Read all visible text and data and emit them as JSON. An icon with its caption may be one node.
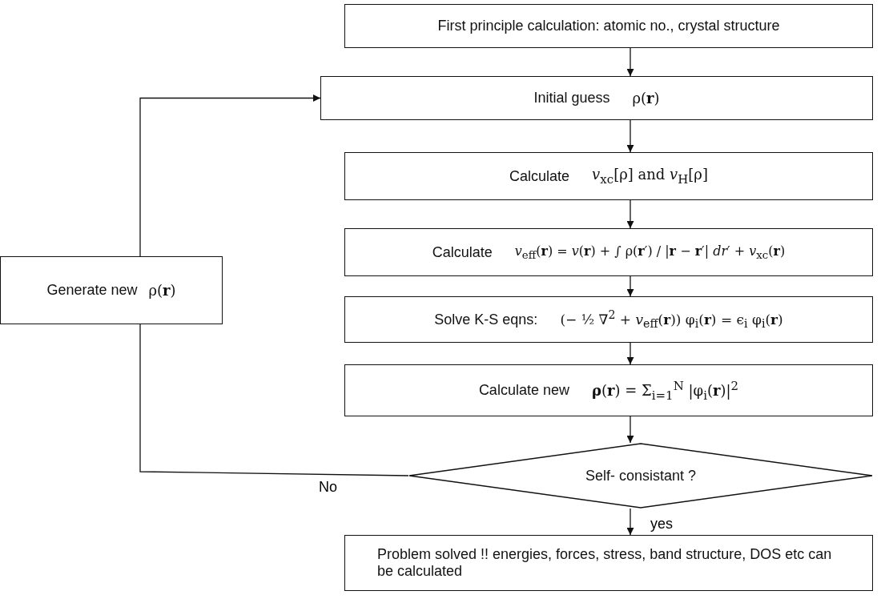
{
  "diagram": {
    "nodes": [
      {
        "text": [
          "First principle calculation: atomic no., crystal structure"
        ]
      },
      {
        "text": [
          "Initial guess",
          "ρ(**r**)"
        ]
      },
      {
        "text": [
          "Calculate",
          "*v*$_{xc}$[ρ] and *v*$_{H}$[ρ]"
        ]
      },
      {
        "text": [
          "Calculate",
          "*v*$_{eff}$(**r**) = *v*(**r**) + ∫ ρ(**r**′) / |**r** − **r**′| *dr*′ + *v*$_{xc}$(**r**)"
        ]
      },
      {
        "text": [
          "Solve K-S eqns:",
          "(− ½ ∇$^{2}$ + *v*$_{eff}$(**r**)) φ$_{i}$(**r**) = ϵ$_{i}$ φ$_{i}$(**r**)"
        ]
      },
      {
        "text": [
          "Calculate new",
          "**ρ**(**r**) = Σ$_{i=1}$$^{N}$ |φ$_{i}$(**r**)|$^{2}$"
        ]
      },
      {
        "text": [
          "Self- consistant ?"
        ]
      },
      {
        "text": [
          "Generate new",
          "ρ(**r**)"
        ]
      },
      {
        "text": [
          "Problem solved !! energies, forces, stress, band structure, DOS etc can be calculated"
        ]
      }
    ],
    "edges": [
      {
        "from": 0,
        "to": 1,
        "arrow": "to"
      },
      {
        "from": 1,
        "to": 2,
        "arrow": "to"
      },
      {
        "from": 2,
        "to": 3,
        "arrow": "to"
      },
      {
        "from": 3,
        "to": 4,
        "arrow": "to"
      },
      {
        "from": 4,
        "to": 5,
        "arrow": "to"
      },
      {
        "from": 5,
        "to": 6,
        "arrow": "to"
      },
      {
        "from": 6,
        "to": 7,
        "label": "No",
        "arrow": "none"
      },
      {
        "from": 7,
        "to": 1,
        "arrow": "to"
      },
      {
        "from": 6,
        "to": 8,
        "label": "yes",
        "arrow": "to"
      }
    ]
  }
}
